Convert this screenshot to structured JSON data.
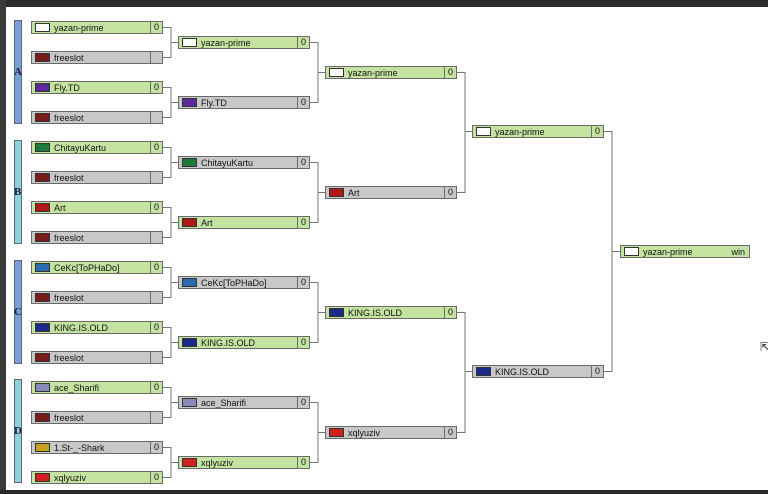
{
  "groups": [
    {
      "label": "A",
      "color": "#7a9fd6"
    },
    {
      "label": "B",
      "color": "#8fd3d6"
    },
    {
      "label": "C",
      "color": "#7a9fd6"
    },
    {
      "label": "D",
      "color": "#8fd3d6"
    }
  ],
  "round1": [
    {
      "name": "yazan-prime",
      "score": "0",
      "status": "win",
      "icon": "chat-bubble-icon"
    },
    {
      "name": "freeslot",
      "score": "",
      "status": "lose",
      "icon": "freeslot-icon"
    },
    {
      "name": "Fly.TD",
      "score": "0",
      "status": "win",
      "icon": "purple-emblem-icon"
    },
    {
      "name": "freeslot",
      "score": "",
      "status": "lose",
      "icon": "freeslot-icon"
    },
    {
      "name": "ChitayuKartu",
      "score": "0",
      "status": "win",
      "icon": "green-emblem-icon"
    },
    {
      "name": "freeslot",
      "score": "",
      "status": "lose",
      "icon": "freeslot-icon"
    },
    {
      "name": "Art",
      "score": "0",
      "status": "win",
      "icon": "red-box-icon"
    },
    {
      "name": "freeslot",
      "score": "",
      "status": "lose",
      "icon": "freeslot-icon"
    },
    {
      "name": "CeKc[ToPHaDo]",
      "score": "0",
      "status": "win",
      "icon": "globe-icon"
    },
    {
      "name": "freeslot",
      "score": "",
      "status": "lose",
      "icon": "freeslot-icon"
    },
    {
      "name": "KING.IS.OLD",
      "score": "0",
      "status": "win",
      "icon": "eu-flag-icon"
    },
    {
      "name": "freeslot",
      "score": "",
      "status": "lose",
      "icon": "freeslot-icon"
    },
    {
      "name": "ace_Sharifi",
      "score": "0",
      "status": "win",
      "icon": "clan-icon"
    },
    {
      "name": "freeslot",
      "score": "",
      "status": "lose",
      "icon": "freeslot-icon"
    },
    {
      "name": "1.St-_-Shark",
      "score": "0",
      "status": "lose",
      "icon": "yellow-badge-icon"
    },
    {
      "name": "xqlyuziv",
      "score": "0",
      "status": "win",
      "icon": "red-flag-icon"
    }
  ],
  "round2": [
    {
      "name": "yazan-prime",
      "score": "0",
      "status": "win",
      "icon": "chat-bubble-icon"
    },
    {
      "name": "Fly.TD",
      "score": "0",
      "status": "lose",
      "icon": "purple-emblem-icon"
    },
    {
      "name": "ChitayuKartu",
      "score": "0",
      "status": "lose",
      "icon": "green-emblem-icon"
    },
    {
      "name": "Art",
      "score": "0",
      "status": "win",
      "icon": "red-box-icon"
    },
    {
      "name": "CeKc[ToPHaDo]",
      "score": "0",
      "status": "lose",
      "icon": "globe-icon"
    },
    {
      "name": "KING.IS.OLD",
      "score": "0",
      "status": "win",
      "icon": "eu-flag-icon"
    },
    {
      "name": "ace_Sharifi",
      "score": "0",
      "status": "lose",
      "icon": "clan-icon"
    },
    {
      "name": "xqlyuziv",
      "score": "0",
      "status": "win",
      "icon": "red-flag-icon"
    }
  ],
  "round3": [
    {
      "name": "yazan-prime",
      "score": "0",
      "status": "win",
      "icon": "chat-bubble-icon"
    },
    {
      "name": "Art",
      "score": "0",
      "status": "lose",
      "icon": "red-box-icon"
    },
    {
      "name": "KING.IS.OLD",
      "score": "0",
      "status": "win",
      "icon": "eu-flag-icon"
    },
    {
      "name": "xqlyuziv",
      "score": "0",
      "status": "lose",
      "icon": "red-flag-icon"
    }
  ],
  "round4": [
    {
      "name": "yazan-prime",
      "score": "0",
      "status": "win",
      "icon": "chat-bubble-icon"
    },
    {
      "name": "KING.IS.OLD",
      "score": "0",
      "status": "lose",
      "icon": "eu-flag-icon"
    }
  ],
  "final": {
    "name": "yazan-prime",
    "result": "win",
    "icon": "chat-bubble-icon"
  },
  "icon_colors": {
    "chat-bubble-icon": "#ffffff",
    "freeslot-icon": "#7a1a1a",
    "purple-emblem-icon": "#5a2a9a",
    "green-emblem-icon": "#1f7a3a",
    "red-box-icon": "#b01818",
    "globe-icon": "#2a6ab0",
    "eu-flag-icon": "#1a2a8a",
    "clan-icon": "#8a8ab8",
    "yellow-badge-icon": "#c8a020",
    "red-flag-icon": "#d02020"
  }
}
